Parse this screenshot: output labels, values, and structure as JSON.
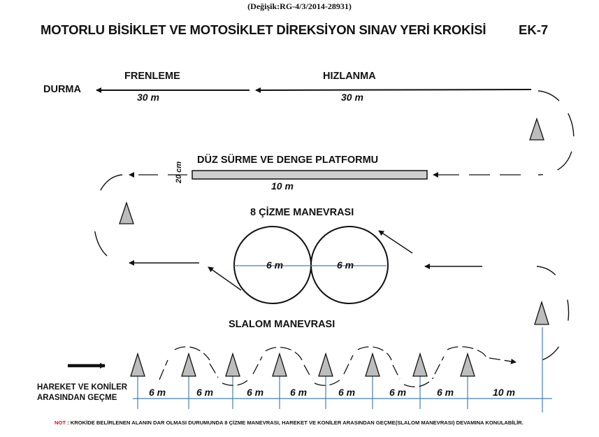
{
  "reference": "(Değişik:RG-4/3/2014-28931)",
  "title": "MOTORLU BİSİKLET VE MOTOSİKLET DİREKSİYON SINAV YERİ KROKİSİ",
  "annex": "EK-7",
  "sections": {
    "braking": {
      "label": "FRENLEME",
      "distance": "30 m"
    },
    "acceleration": {
      "label": "HIZLANMA",
      "distance": "30 m"
    },
    "stop": {
      "label": "DURMA"
    },
    "platform": {
      "label": "DÜZ SÜRME VE DENGE PLATFORMU",
      "width": "20 cm",
      "length": "10 m"
    },
    "figure_eight": {
      "label": "8  ÇİZME MANEVRASI",
      "diameters": [
        "6 m",
        "6 m"
      ]
    },
    "slalom": {
      "label": "SLALOM MANEVRASI",
      "start_label_1": "HAREKET VE KONİLER",
      "start_label_2": "ARASINDAN GEÇME",
      "distances": [
        "6 m",
        "6 m",
        "6 m",
        "6 m",
        "6 m",
        "6 m",
        "6 m",
        "10 m"
      ]
    }
  },
  "note": {
    "key": "NOT",
    "text": " : KROKİDE BELİRLENEN ALANIN DAR OLMASI DURUMUNDA 8 ÇİZME MANEVRASI,  HAREKET VE KONİLER ARASINDAN GEÇME(SLALOM MANEVRASI) DEVAMINA KONULABİLİR."
  },
  "colors": {
    "note_key": "#dd1111",
    "guide_line": "#4a7fb0",
    "cone_fill": "#bdbdbd"
  }
}
